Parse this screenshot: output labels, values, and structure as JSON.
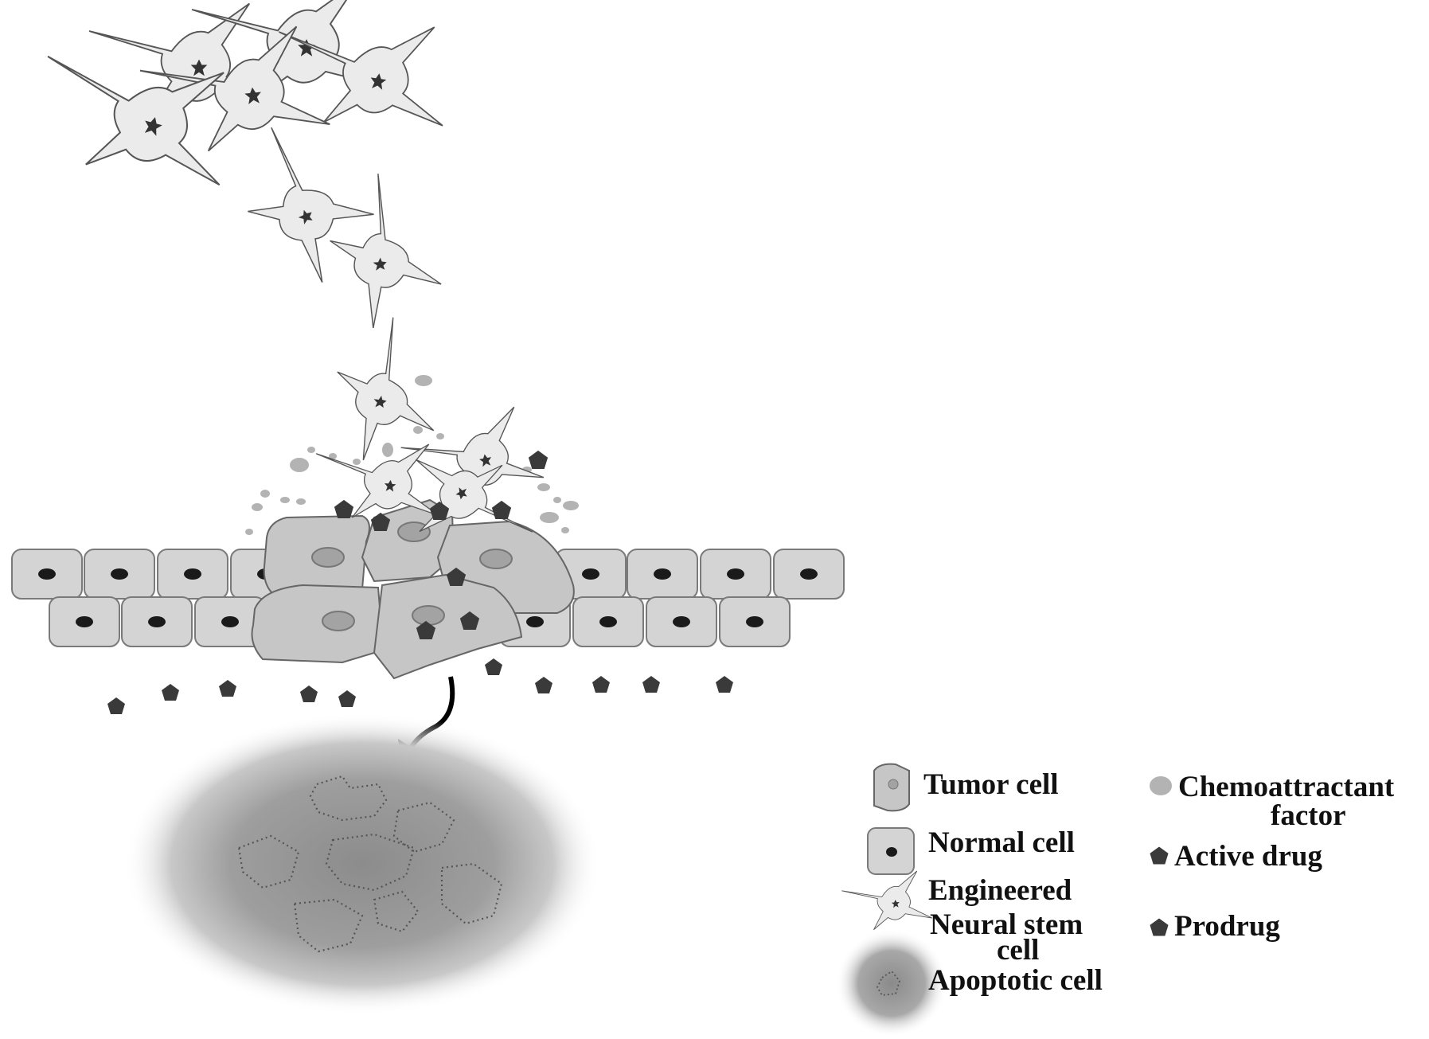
{
  "legend": {
    "tumor_cell": "Tumor cell",
    "normal_cell": "Normal cell",
    "engineered_nsc_line1": "Engineered",
    "engineered_nsc_line2": "Neural stem",
    "engineered_nsc_line3": "cell",
    "apoptotic_cell": "Apoptotic cell",
    "chemoattractant_line1": "Chemoattractant",
    "chemoattractant_line2": "factor",
    "active_drug": "Active drug",
    "prodrug": "Prodrug"
  },
  "colors": {
    "background": "#ffffff",
    "cell_fill": "#d4d4d4",
    "cell_stroke": "#7a7a7a",
    "nucleus": "#1a1a1a",
    "tumor_fill": "#c6c6c6",
    "tumor_nucleus": "#a3a3a3",
    "stem_cell_fill": "#ebebeb",
    "stem_cell_stroke": "#555555",
    "chemoattractant": "#b3b3b3",
    "drug": "#3a3a3a",
    "apoptotic_halo": "#8c8c8c"
  },
  "icons": [
    "tumor-cell-icon",
    "normal-cell-icon",
    "neural-stem-cell-icon",
    "apoptotic-cell-icon",
    "chemoattractant-icon",
    "active-drug-icon",
    "prodrug-icon",
    "curved-arrow-icon"
  ]
}
